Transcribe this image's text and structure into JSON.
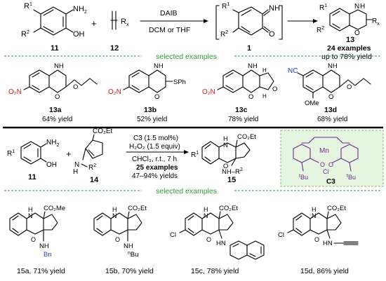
{
  "reaction1": {
    "reagent_label": "DAIB",
    "solvent_label": "DCM or THF",
    "sm1_id": "11",
    "sm2_id": "12",
    "int_id": "1",
    "plus": "+",
    "product_id": "13",
    "examples": "24 examples",
    "yield_range": "up to 78% yield",
    "r1": "R",
    "r1_sup": "1",
    "r2": "R",
    "r2_sup": "2",
    "rx": "R",
    "rx_sub": "x",
    "nh2": "NH",
    "nh2_sub": "2",
    "oh": "OH",
    "nh": "NH",
    "o": "O",
    "h": "H",
    "n": "N"
  },
  "section_header_1": "selected examples",
  "examples1": [
    {
      "id": "13a",
      "yield": "64% yield",
      "group": "O₂N"
    },
    {
      "id": "13b",
      "yield": "52% yield",
      "group": "O₂N",
      "sub": "SPh"
    },
    {
      "id": "13c",
      "yield": "78% yield",
      "group": "O₂N"
    },
    {
      "id": "13d",
      "yield": "68% yield",
      "group": "NC",
      "ome": "OMe"
    }
  ],
  "reaction2": {
    "catalyst_line": "C3 (1.5 mol%)",
    "oxidant_line": "H₂O₂ (1.5 equiv)",
    "conditions_line": "CHCl₃, r.t., 7 h",
    "examples": "25 examples",
    "yield_range": "47–94% yields",
    "sm1_id": "11",
    "sm2_id": "14",
    "product_id": "15",
    "co2et": "CO₂Et",
    "nh_r2": "NH",
    "r2": "R",
    "r2_sup": "2",
    "r1": "R",
    "r1_sup": "1",
    "catalyst_id": "C3",
    "mn": "Mn",
    "cl": "Cl",
    "tbu": "Bu",
    "t_sup": "t"
  },
  "section_header_2": "selected examples",
  "examples2": [
    {
      "id": "15a",
      "yield": "15a, 71% yield",
      "ester": "CO₂Me",
      "amine": "NH",
      "amine2": "Bn"
    },
    {
      "id": "15b",
      "yield": "15b, 70% yield",
      "ester": "CO₂Et",
      "amine": "NH",
      "amine2": "Bu",
      "amine2_sup": "n"
    },
    {
      "id": "15c",
      "yield": "15c, 78% yield",
      "ester": "CO₂Et",
      "amine": "HN",
      "cl": "Cl"
    },
    {
      "id": "15d",
      "yield": "15d, 86% yield",
      "ester": "CO₂Et",
      "amine": "HN",
      "cl": "Cl"
    }
  ],
  "colors": {
    "nitro_red": "#d6191d",
    "nitrile_blue": "#1f3fcf",
    "catalyst_purple": "#6a2c91",
    "header_green": "#2e9a2e",
    "catalyst_box_bg": "#e6f5df",
    "catalyst_box_border": "#7cc56b"
  }
}
